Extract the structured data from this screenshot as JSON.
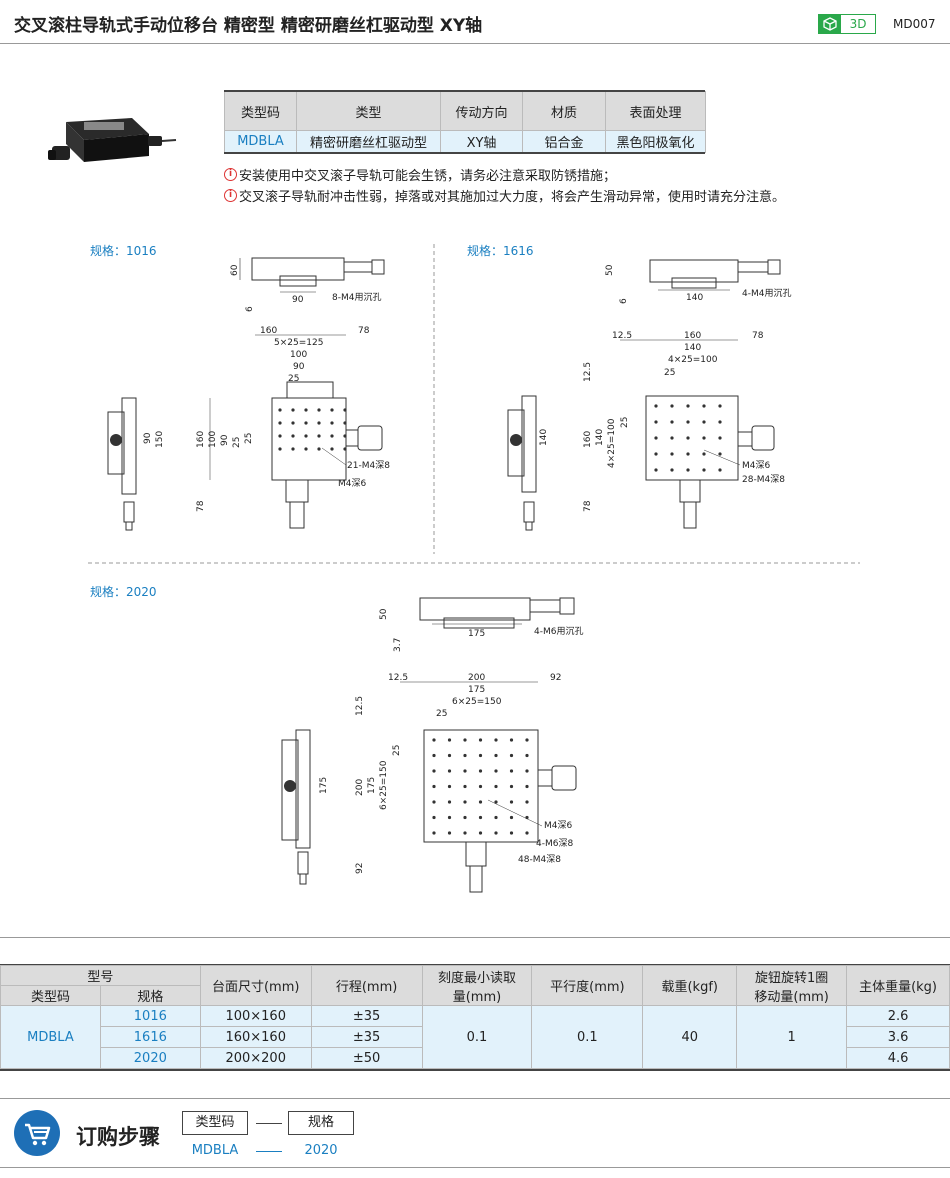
{
  "header": {
    "title": "交叉滚柱导轨式手动位移台  精密型  精密研磨丝杠驱动型  XY轴",
    "badge_3d": "3D",
    "code": "MD007"
  },
  "spec_table": {
    "headers": [
      "类型码",
      "类型",
      "传动方向",
      "材质",
      "表面处理"
    ],
    "row": [
      "MDBLA",
      "精密研磨丝杠驱动型",
      "XY轴",
      "铝合金",
      "黑色阳极氧化"
    ]
  },
  "notes": [
    "安装使用中交叉滚子导轨可能会生锈，请务必注意采取防锈措施；",
    "交叉滚子导轨耐冲击性弱，掉落或对其施加过大力度，将会产生滑动异常，使用时请充分注意。"
  ],
  "drawings": {
    "d1016": {
      "label": "规格：1016",
      "dims": [
        "60",
        "6",
        "90",
        "8-M4用沉孔",
        "160",
        "78",
        "5×25=125",
        "100",
        "90",
        "25",
        "160",
        "100",
        "90",
        "25",
        "25",
        "90",
        "150",
        "78",
        "21-M4深8",
        "M4深6"
      ]
    },
    "d1616": {
      "label": "规格：1616",
      "dims": [
        "50",
        "6",
        "140",
        "4-M4用沉孔",
        "12.5",
        "160",
        "78",
        "140",
        "4×25=100",
        "25",
        "12.5",
        "160",
        "140",
        "25",
        "4×25=100",
        "140",
        "78",
        "M4深6",
        "28-M4深8"
      ]
    },
    "d2020": {
      "label": "规格：2020",
      "dims": [
        "50",
        "3.7",
        "175",
        "4-M6用沉孔",
        "12.5",
        "200",
        "92",
        "175",
        "6×25=150",
        "25",
        "12.5",
        "200",
        "175",
        "25",
        "6×25=150",
        "175",
        "92",
        "M4深6",
        "4-M6深8",
        "48-M4深8"
      ]
    }
  },
  "data_table": {
    "group_header": "型号",
    "sub_headers": [
      "类型码",
      "规格"
    ],
    "headers": [
      "台面尺寸(mm)",
      "行程(mm)",
      "刻度最小读取量(mm)",
      "平行度(mm)",
      "载重(kgf)",
      "旋钮旋转1圈移动量(mm)",
      "主体重量(kg)"
    ],
    "type_code": "MDBLA",
    "rows": [
      {
        "spec": "1016",
        "size": "100×160",
        "stroke": "±35",
        "weight": "2.6"
      },
      {
        "spec": "1616",
        "size": "160×160",
        "stroke": "±35",
        "weight": "3.6"
      },
      {
        "spec": "2020",
        "size": "200×200",
        "stroke": "±50",
        "weight": "4.6"
      }
    ],
    "shared": {
      "scale": "0.1",
      "parallel": "0.1",
      "load": "40",
      "rotation": "1"
    }
  },
  "order": {
    "title": "订购步骤",
    "steps": [
      "类型码",
      "规格"
    ],
    "values": [
      "MDBLA",
      "2020"
    ]
  },
  "colors": {
    "accent": "#1a7fc1",
    "green": "#2aa84a",
    "cell_bg": "#e2f2fb",
    "header_bg": "#dcdcdc"
  }
}
